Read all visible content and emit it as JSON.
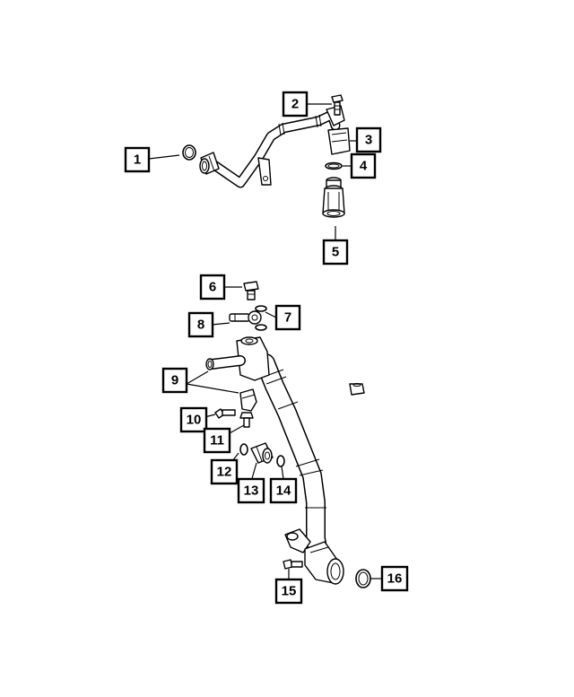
{
  "callouts": [
    {
      "id": "c1",
      "label": "1"
    },
    {
      "id": "c2",
      "label": "2"
    },
    {
      "id": "c3",
      "label": "3"
    },
    {
      "id": "c4",
      "label": "4"
    },
    {
      "id": "c5",
      "label": "5"
    },
    {
      "id": "c6",
      "label": "6"
    },
    {
      "id": "c7",
      "label": "7"
    },
    {
      "id": "c8",
      "label": "8"
    },
    {
      "id": "c9",
      "label": "9"
    },
    {
      "id": "c10",
      "label": "10"
    },
    {
      "id": "c11",
      "label": "11"
    },
    {
      "id": "c12",
      "label": "12"
    },
    {
      "id": "c13",
      "label": "13"
    },
    {
      "id": "c14",
      "label": "14"
    },
    {
      "id": "c15",
      "label": "15"
    },
    {
      "id": "c16",
      "label": "16"
    }
  ],
  "colors": {
    "line": "#000000",
    "background": "#ffffff"
  },
  "icons": [
    "tube-assembly-upper",
    "o-ring",
    "bolt",
    "elbow-fitting",
    "tube-assembly-lower",
    "banjo-bolt",
    "clip",
    "nut"
  ]
}
